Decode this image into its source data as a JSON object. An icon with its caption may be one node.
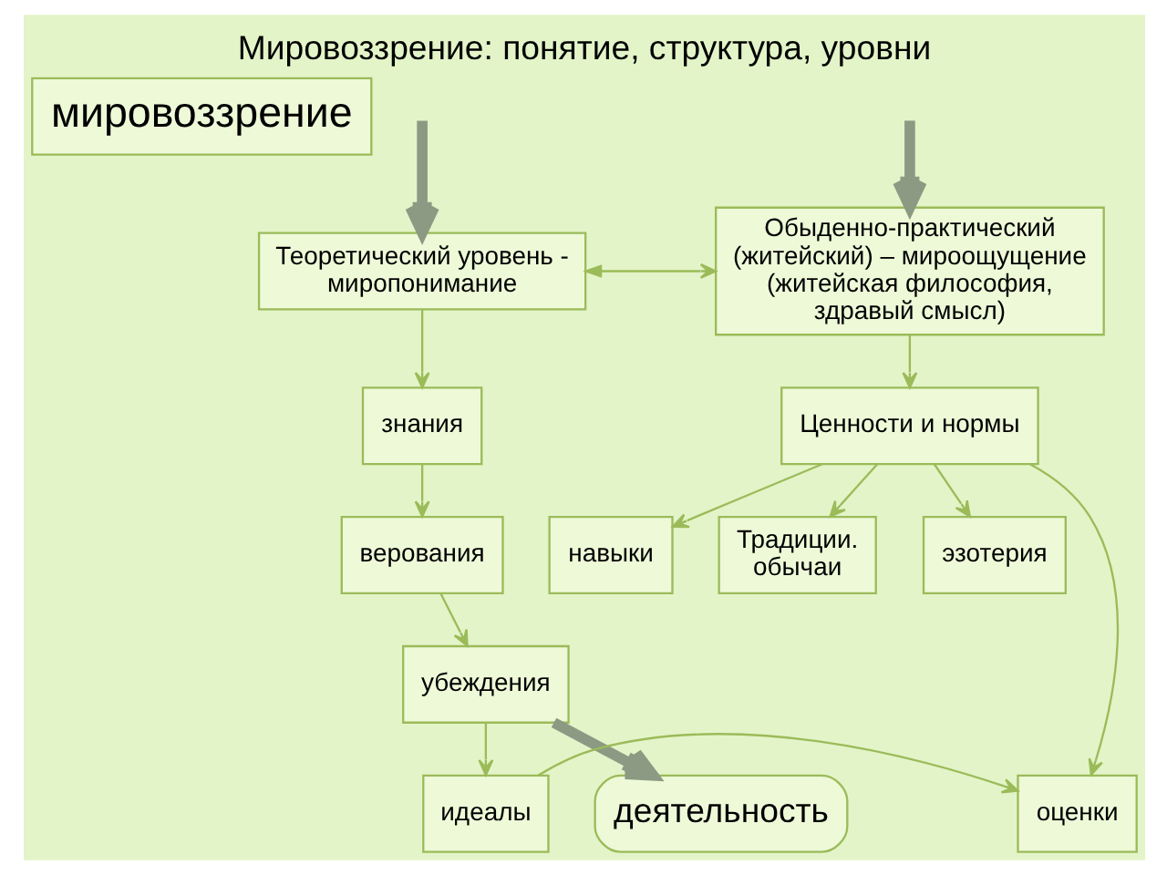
{
  "diagram": {
    "title": "Мировоззрение: понятие, структура, уровни",
    "nodes": [
      {
        "text": [
          "мировоззрение"
        ]
      },
      {
        "text": [
          "Теоретический уровень - миропонимание"
        ]
      },
      {
        "text": [
          "Обыденно-практический (житейский) – мироощущение (житейская философия, здравый смысл)"
        ]
      },
      {
        "text": [
          "знания"
        ]
      },
      {
        "text": [
          "верования"
        ]
      },
      {
        "text": [
          "убеждения"
        ]
      },
      {
        "text": [
          "идеалы"
        ]
      },
      {
        "text": [
          "деятельность"
        ]
      },
      {
        "text": [
          "Ценности и нормы"
        ]
      },
      {
        "text": [
          "навыки"
        ]
      },
      {
        "text": [
          "Традиции. обычаи"
        ]
      },
      {
        "text": [
          "эзотерия"
        ]
      },
      {
        "text": [
          "оценки"
        ]
      }
    ],
    "edges": [
      {
        "from": null,
        "to": 1,
        "arrow": "to",
        "style": "thick",
        "color": "#8c9a84"
      },
      {
        "from": null,
        "to": 2,
        "arrow": "to",
        "style": "thick",
        "color": "#8c9a84"
      },
      {
        "from": 1,
        "to": 2,
        "arrow": "both"
      },
      {
        "from": 1,
        "to": 3,
        "arrow": "to"
      },
      {
        "from": 3,
        "to": 4,
        "arrow": "to"
      },
      {
        "from": 4,
        "to": 5,
        "arrow": "to"
      },
      {
        "from": 5,
        "to": 6,
        "arrow": "to"
      },
      {
        "from": 6,
        "to": 12,
        "arrow": "to"
      },
      {
        "from": 2,
        "to": 8,
        "arrow": "to"
      },
      {
        "from": 8,
        "to": 9,
        "arrow": "to"
      },
      {
        "from": 8,
        "to": 10,
        "arrow": "to"
      },
      {
        "from": 8,
        "to": 11,
        "arrow": "to"
      },
      {
        "from": 8,
        "to": 12,
        "arrow": "to"
      },
      {
        "from": 5,
        "to": 7,
        "arrow": "to",
        "style": "thick",
        "color": "#8c9a84"
      }
    ]
  }
}
